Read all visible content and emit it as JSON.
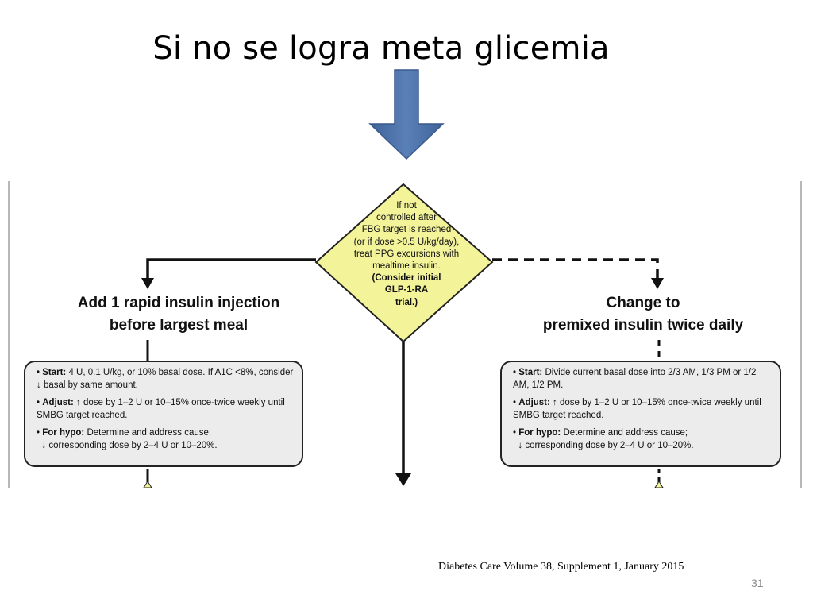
{
  "slide": {
    "title": "Si no se logra meta glicemia",
    "citation": "Diabetes Care Volume 38, Supplement 1, January 2015",
    "page_number": "31",
    "arrow_color": "#4a6fa5"
  },
  "flowchart": {
    "diamond": {
      "fill": "#f3f39a",
      "lines": [
        "If not",
        "controlled after",
        "FBG target is reached",
        "(or if dose >0.5 U/kg/day),",
        "treat PPG excursions with",
        "mealtime insulin."
      ],
      "bold_lines": [
        "(Consider initial",
        "GLP-1-RA",
        "trial.)"
      ]
    },
    "left_branch": {
      "heading_line1": "Add 1 rapid insulin injection",
      "heading_line2": "before largest meal",
      "start_label": "Start:",
      "start_text": "4 U, 0.1 U/kg, or 10% basal dose.  If A1C <8%, consider",
      "start_arrow": "↓",
      "start_text2": "basal by same amount.",
      "adjust_label": "Adjust:",
      "adjust_arrow": "↑",
      "adjust_text": "dose by 1–2 U or 10–15% once-twice weekly until SMBG target reached.",
      "hypo_label": "For hypo:",
      "hypo_text": "Determine and address cause;",
      "hypo_arrow": "↓",
      "hypo_text2": "corresponding dose by 2–4 U or 10–20%."
    },
    "right_branch": {
      "heading_line1": "Change to",
      "heading_line2": "premixed insulin twice daily",
      "start_label": "Start:",
      "start_text": "Divide current basal dose into 2/3 AM, 1/3 PM or 1/2 AM, 1/2 PM.",
      "adjust_label": "Adjust:",
      "adjust_arrow": "↑",
      "adjust_text": "dose by 1–2 U or 10–15% once-twice weekly until SMBG target reached.",
      "hypo_label": "For hypo:",
      "hypo_text": "Determine and address cause;",
      "hypo_arrow": "↓",
      "hypo_text2": "corresponding dose by 2–4 U or 10–20%."
    }
  }
}
